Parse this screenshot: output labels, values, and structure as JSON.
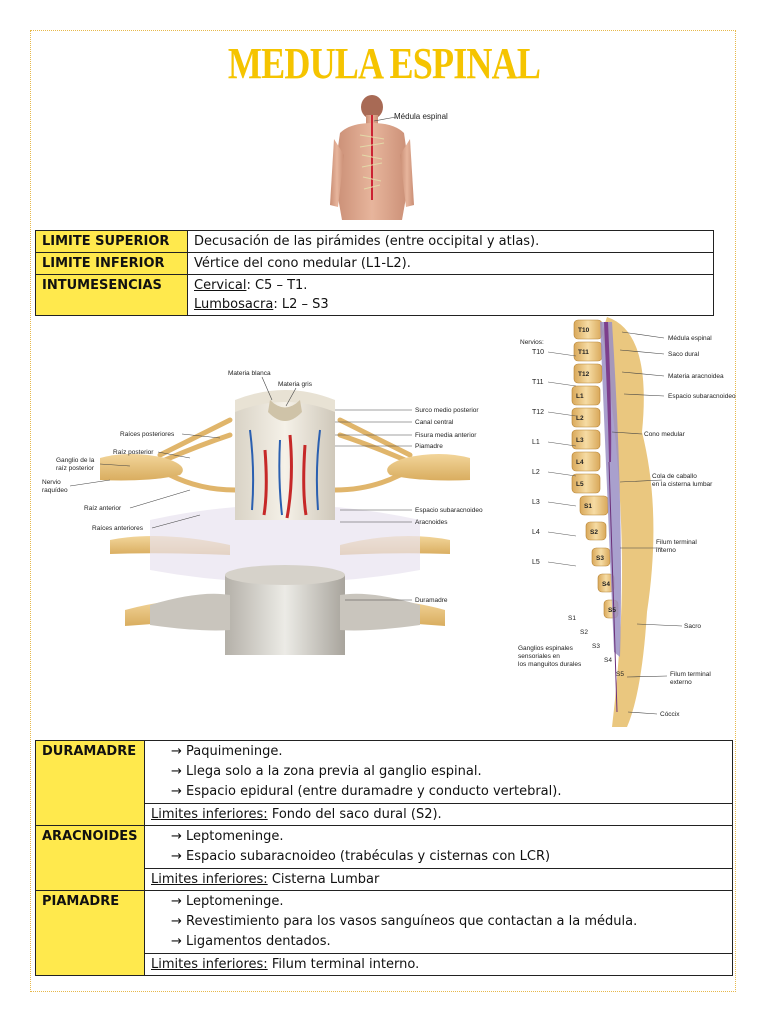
{
  "title": "MEDULA ESPINAL",
  "body_figure": {
    "label": "Médula espinal"
  },
  "limits_table": [
    {
      "key": "LIMITE SUPERIOR",
      "value": "Decusación de las pirámides (entre occipital y atlas)."
    },
    {
      "key": "LIMITE INFERIOR",
      "value": "Vértice del cono medular (L1-L2)."
    },
    {
      "key": "INTUMESENCIAS",
      "lines": [
        {
          "term": "Cervical",
          "rest": ": C5 – T1."
        },
        {
          "term": "Lumbosacra",
          "rest": ": L2 – S3"
        }
      ]
    }
  ],
  "cross_section_figure": {
    "labels": {
      "materia_blanca": "Materia blanca",
      "materia_gris": "Materia gris",
      "surco": "Surco medio posterior",
      "canal": "Canal central",
      "fisura": "Fisura media anterior",
      "piamadre": "Piamadre",
      "raices_post": "Raíces posteriores",
      "raiz_post": "Raíz posterior",
      "ganglio": "Ganglio de la",
      "ganglio2": "raíz posterior",
      "nervio": "Nervio",
      "nervio2": "raquídeo",
      "raiz_ant": "Raíz anterior",
      "raices_ant": "Raíces anteriores",
      "espacio_sub": "Espacio subaracnoideo",
      "aracnoides": "Aracnoides",
      "duramadre": "Duramadre"
    }
  },
  "spine_figure": {
    "nervios_label": "Nervios:",
    "left_labels": [
      "T10",
      "T11",
      "T12",
      "L1",
      "L2",
      "L3",
      "L4",
      "L5"
    ],
    "vertebrae": [
      "T10",
      "T11",
      "T12",
      "L1",
      "L2",
      "L3",
      "L4",
      "L5",
      "S1",
      "S2",
      "S3",
      "S4",
      "S5"
    ],
    "low_labels": [
      "S1",
      "S2",
      "S3",
      "S4",
      "S5"
    ],
    "right_labels": {
      "medula": "Médula espinal",
      "saco": "Saco dural",
      "aracnoidea": "Materia aracnoidea",
      "subaracnoideo": "Espacio subaracnoideo",
      "cono": "Cono medular",
      "cola": "Cola de caballo",
      "cola2": "en la cisterna lumbar",
      "filum_int": "Filum terminal",
      "filum_int2": "interno",
      "sacro": "Sacro",
      "filum_ext": "Filum terminal",
      "filum_ext2": "externo",
      "coccix": "Cóccix"
    },
    "ganglios": [
      "Ganglios espinales",
      "sensoriales en",
      "los manguitos durales"
    ]
  },
  "meninges_table": [
    {
      "key": "DURAMADRE",
      "items": [
        "→  Paquimeninge.",
        "→  Llega solo a la zona previa al ganglio espinal.",
        "→  Espacio epidural (entre duramadre y conducto vertebral)."
      ],
      "limit_label": "Limites inferiores:",
      "limit_value": " Fondo del saco dural (S2)."
    },
    {
      "key": "ARACNOIDES",
      "items": [
        "→  Leptomeninge.",
        "→  Espacio subaracnoideo (trabéculas y cisternas con LCR)"
      ],
      "limit_label": "Limites inferiores:",
      "limit_value": " Cisterna Lumbar"
    },
    {
      "key": "PIAMADRE",
      "items": [
        "→  Leptomeninge.",
        "→  Revestimiento para los vasos sanguíneos que contactan a la médula.",
        "→  Ligamentos dentados."
      ],
      "limit_label": "Limites inferiores:",
      "limit_value": " Filum terminal interno."
    }
  ],
  "colors": {
    "title": "#f5c400",
    "key_cell": "#ffe94d",
    "frame": "#e7b84a"
  }
}
